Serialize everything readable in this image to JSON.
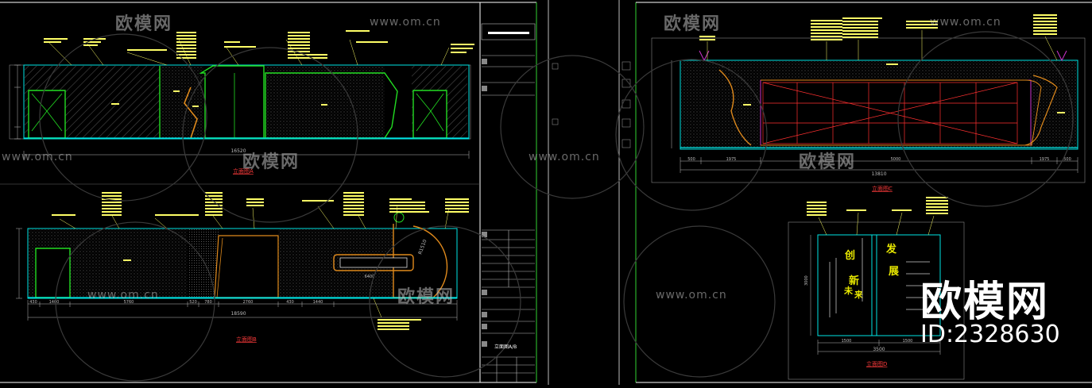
{
  "watermarks": {
    "logo_text": "欧模网",
    "url_text": "www.om.cn",
    "brand_large": "欧模网",
    "id_label": "ID:2328630"
  },
  "drawing_captions": {
    "elev_a": "立面图A",
    "elev_b": "立面图B",
    "elev_c": "立面图C",
    "elev_d": "立面图D"
  },
  "dimensions": {
    "a_total": "16520",
    "b_total": "18590",
    "b_segments": [
      "430",
      "1400",
      "5760",
      "520",
      "780",
      "2760",
      "430",
      "1440"
    ],
    "c_total": "13810",
    "c_segments": [
      "500",
      "1975",
      "5000",
      "1975",
      "500"
    ],
    "d_total": "3500",
    "d_segments": [
      "1500",
      "1500"
    ],
    "d_height": "3000",
    "b_radius": "R1510",
    "b_counter": "6400"
  },
  "title_block": {
    "sheet_name": "立面图A/B"
  },
  "colors": {
    "frame": "#ffffff",
    "outline": "#00e5e5",
    "green": "#22dd22",
    "yellow": "#e8e800",
    "red": "#ff3030",
    "magenta": "#cc33cc",
    "orange": "#e08a1c",
    "sheet_border": "#32d232"
  }
}
